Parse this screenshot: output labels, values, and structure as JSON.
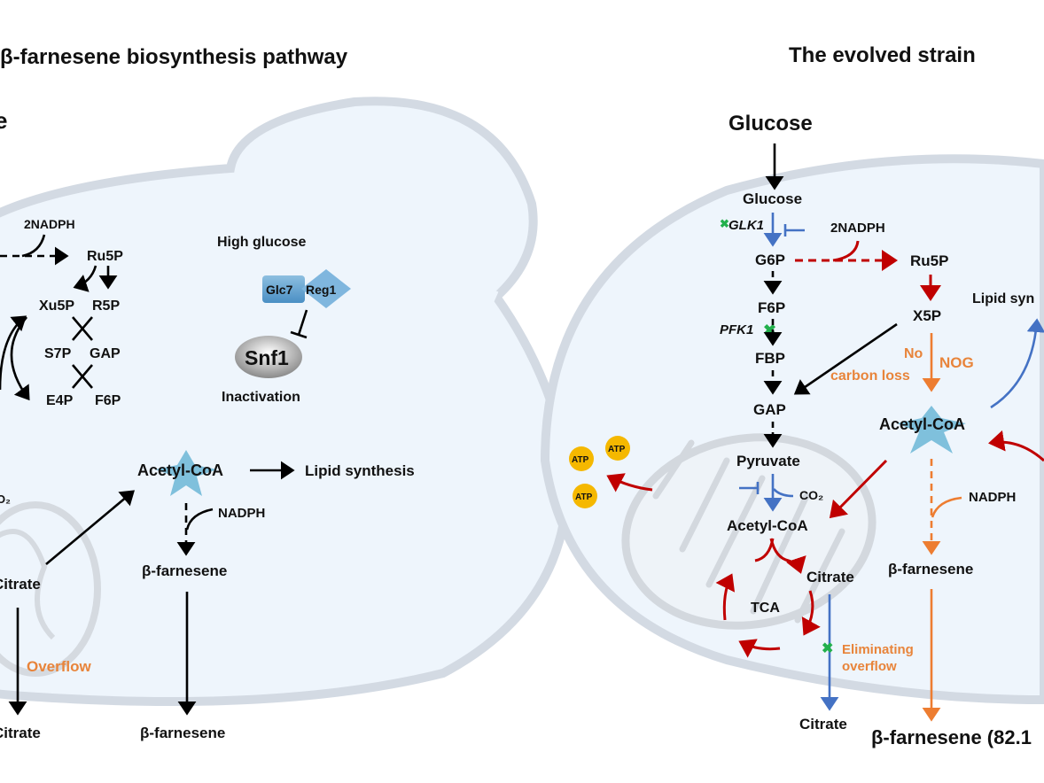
{
  "left_panel": {
    "title": "β-farnesene biosynthesis pathway",
    "subtitle_fragment": "e",
    "nodes": {
      "nadph_2": "2NADPH",
      "ru5p": "Ru5P",
      "xu5p": "Xu5P",
      "r5p": "R5P",
      "s7p": "S7P",
      "gap": "GAP",
      "e4p": "E4P",
      "f6p": "F6P",
      "high_glucose": "High glucose",
      "glc7": "Glc7",
      "reg1": "Reg1",
      "snf1": "Snf1",
      "inactivation": "Inactivation",
      "acetyl_coa": "Acetyl-CoA",
      "lipid_synthesis": "Lipid synthesis",
      "nadph": "NADPH",
      "farnesene_inner": "β-farnesene",
      "farnesene_outer": "β-farnesene",
      "co2_fragment": "O₂",
      "citrate_inner": "Citrate",
      "citrate_outer": "Citrate",
      "overflow": "Overflow"
    }
  },
  "right_panel": {
    "title": "The evolved strain",
    "nodes": {
      "glucose_outer": "Glucose",
      "glucose_inner": "Glucose",
      "glk1": "GLK1",
      "nadph_2": "2NADPH",
      "g6p": "G6P",
      "ru5p": "Ru5P",
      "f6p": "F6P",
      "pfk1": "PFK1",
      "x5p": "X5P",
      "fbp": "FBP",
      "no": "No",
      "carbon_loss": "carbon loss",
      "nog": "NOG",
      "lipid_synthesis": "Lipid syn",
      "gap": "GAP",
      "acetyl_coa_cyto": "Acetyl-CoA",
      "atp_1": "ATP",
      "atp_2": "ATP",
      "atp_3": "ATP",
      "pyruvate": "Pyruvate",
      "co2": "CO₂",
      "nadph": "NADPH",
      "acetyl_coa_mito": "Acetyl-CoA",
      "citrate_inner": "Citrate",
      "farnesene_inner": "β-farnesene",
      "tca": "TCA",
      "eliminating": "Eliminating",
      "overflow": "overflow",
      "citrate_outer": "Citrate",
      "farnesene_outer": "β-farnesene (82.1"
    }
  },
  "colors": {
    "cell_fill": "#eef5fc",
    "cell_wall": "#d3dae3",
    "red_flux": "#c00000",
    "blue_flux": "#4472c4",
    "orange_flux": "#ed7d31",
    "knockout": "#22b04c",
    "atp": "#f5b800",
    "acetyl_star": "#7fc0dc"
  }
}
